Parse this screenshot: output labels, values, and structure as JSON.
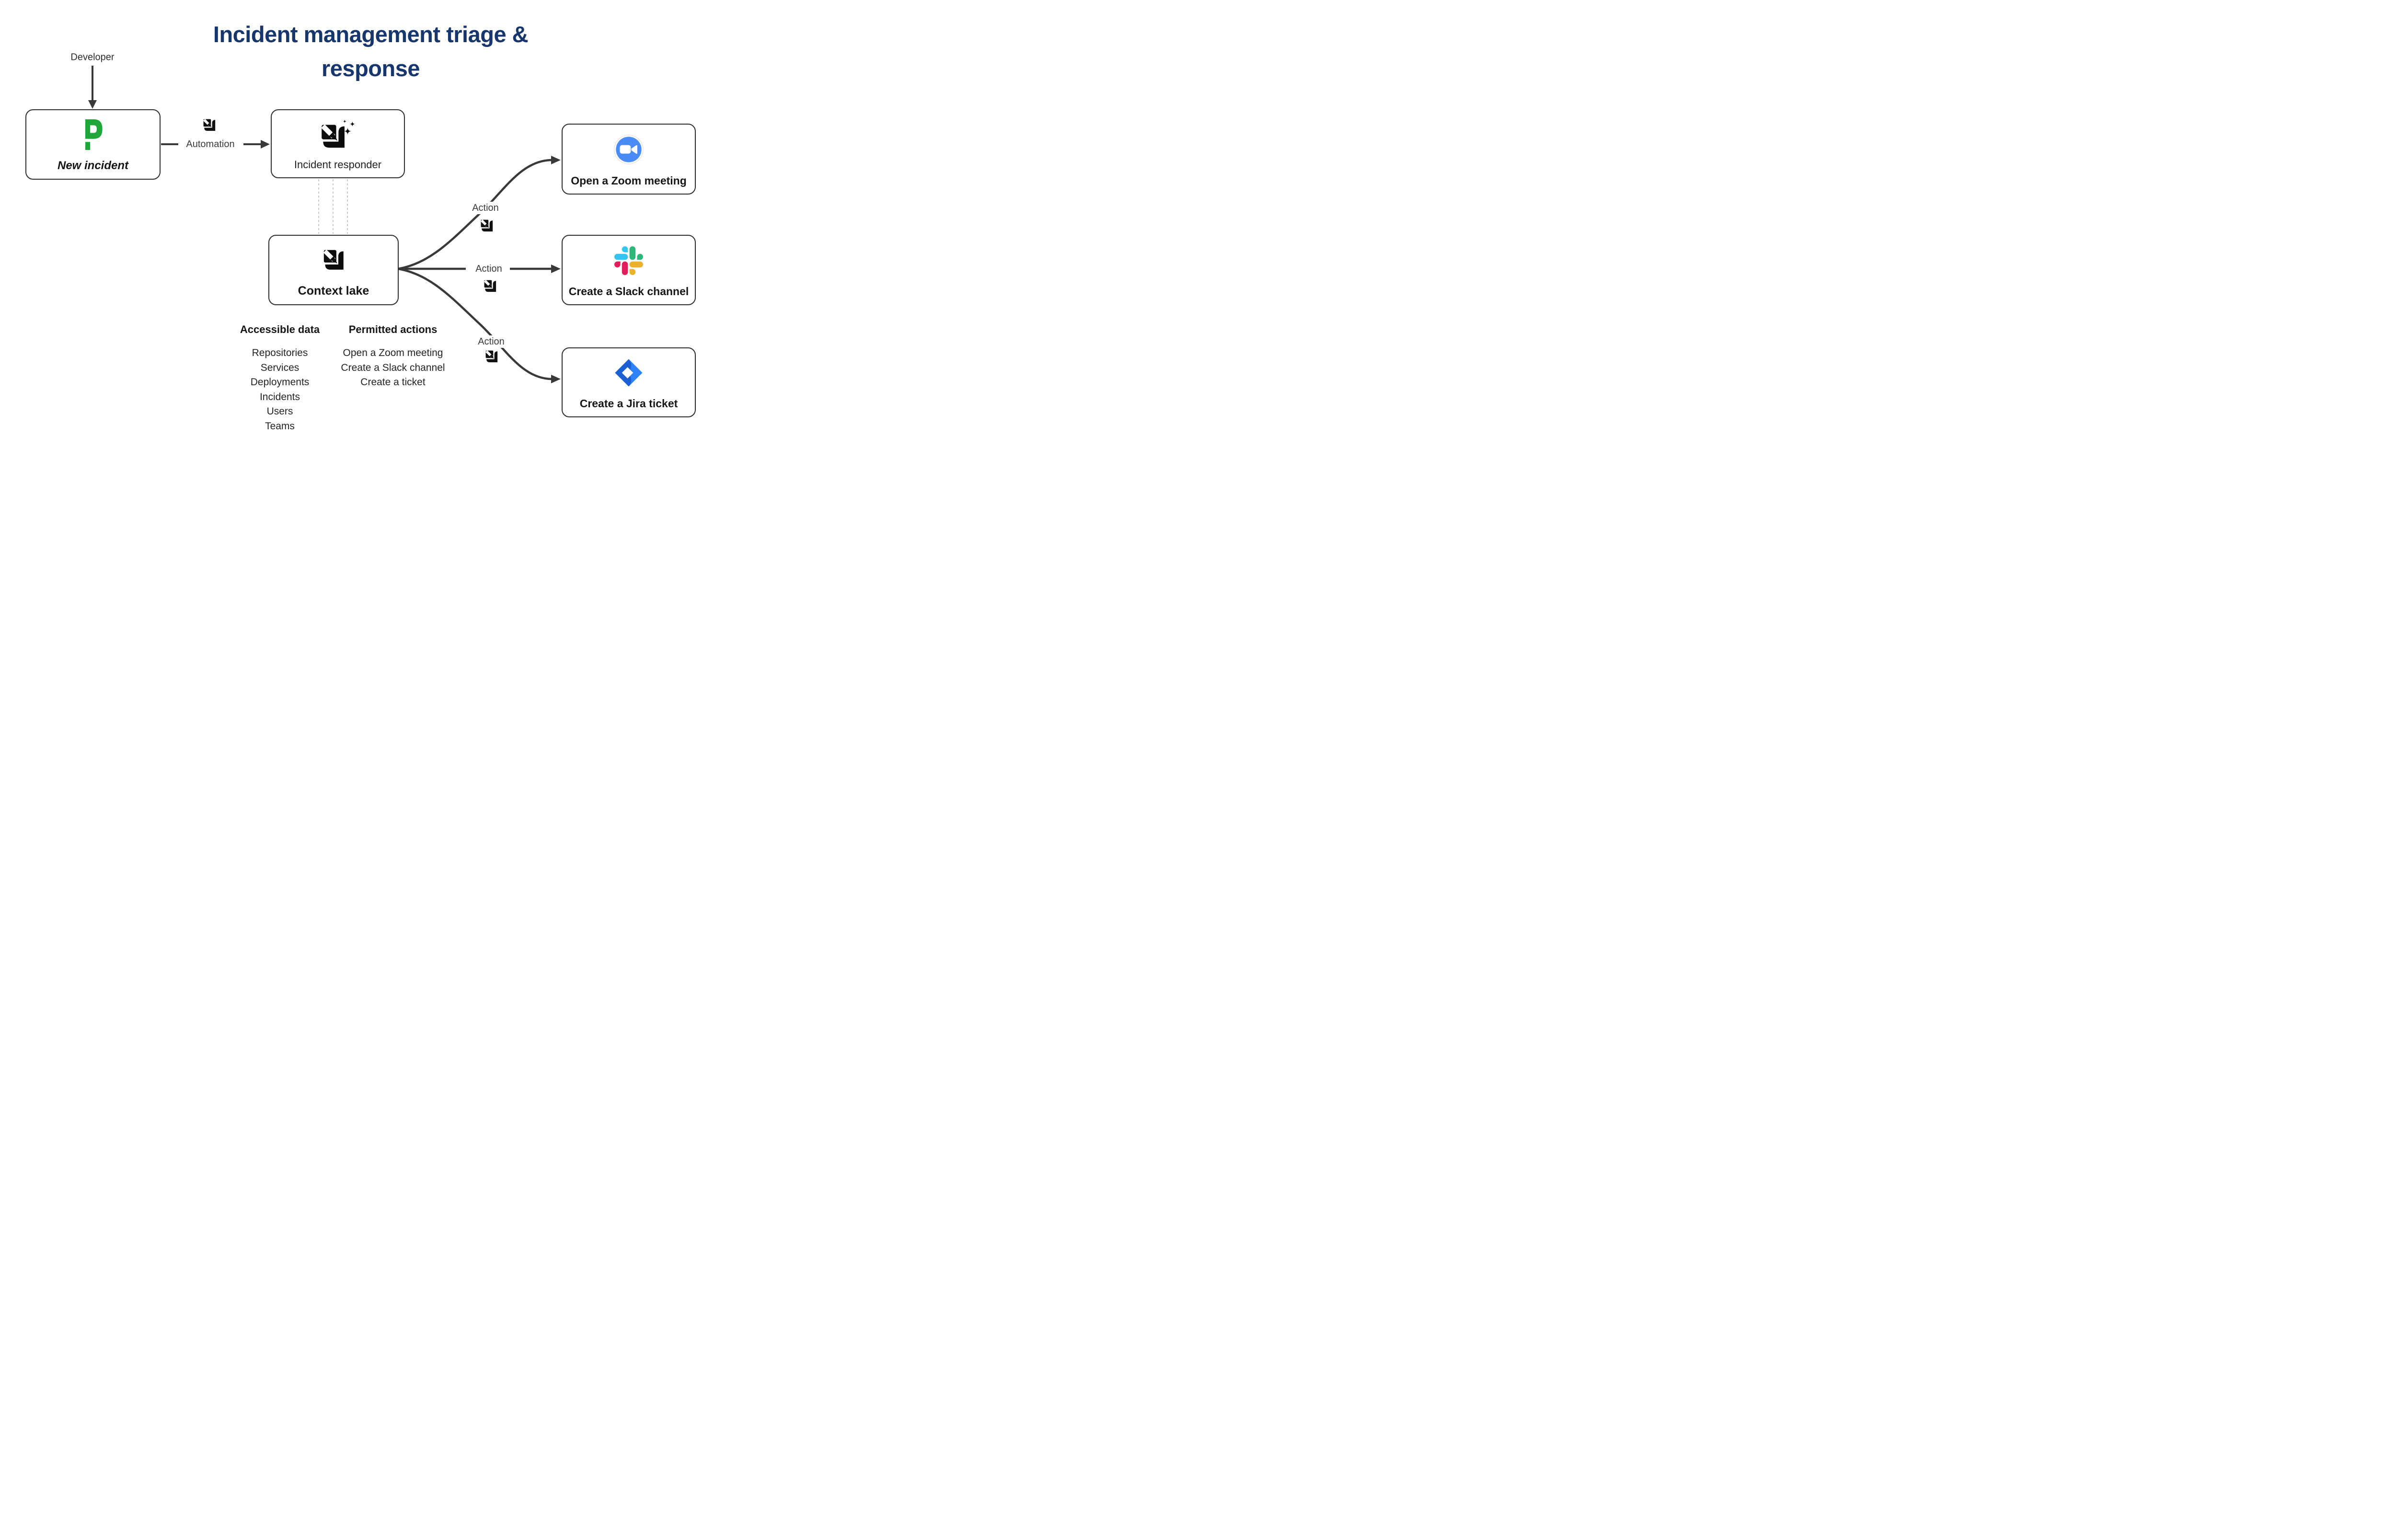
{
  "title": {
    "line1": "Incident management triage &",
    "line2": "response"
  },
  "actor": {
    "label": "Developer"
  },
  "edges": {
    "automation": {
      "label": "Automation"
    },
    "action_top": {
      "label": "Action"
    },
    "action_middle": {
      "label": "Action"
    },
    "action_bottom": {
      "label": "Action"
    }
  },
  "nodes": {
    "new_incident": {
      "label": "New incident",
      "icon": "pagerduty-icon"
    },
    "incident_responder": {
      "label": "Incident responder",
      "icon": "agent-sparkle-icon"
    },
    "context_lake": {
      "label": "Context lake",
      "icon": "corner-arrow-icon"
    },
    "zoom": {
      "label": "Open a Zoom meeting",
      "icon": "zoom-camera-icon"
    },
    "slack": {
      "label": "Create a Slack channel",
      "icon": "slack-icon"
    },
    "jira": {
      "label": "Create a Jira ticket",
      "icon": "jira-icon"
    }
  },
  "accessible_data": {
    "heading": "Accessible data",
    "items": [
      "Repositories",
      "Services",
      "Deployments",
      "Incidents",
      "Users",
      "Teams"
    ]
  },
  "permitted_actions": {
    "heading": "Permitted actions",
    "items": [
      "Open a Zoom meeting",
      "Create a Slack channel",
      "Create a ticket"
    ]
  },
  "colors": {
    "title_navy": "#17366E",
    "line_gray": "#393939",
    "dotted_gray": "#c4c4c4",
    "pagerduty_green": "#1FA73A",
    "zoom_blue": "#4A8CF7",
    "slack_blue": "#36C5F0",
    "slack_green": "#2EB67D",
    "slack_yellow": "#ECB22E",
    "slack_red": "#E01E5A",
    "jira_blue_light": "#2E82FC",
    "jira_blue_dark": "#1B5FD3"
  }
}
